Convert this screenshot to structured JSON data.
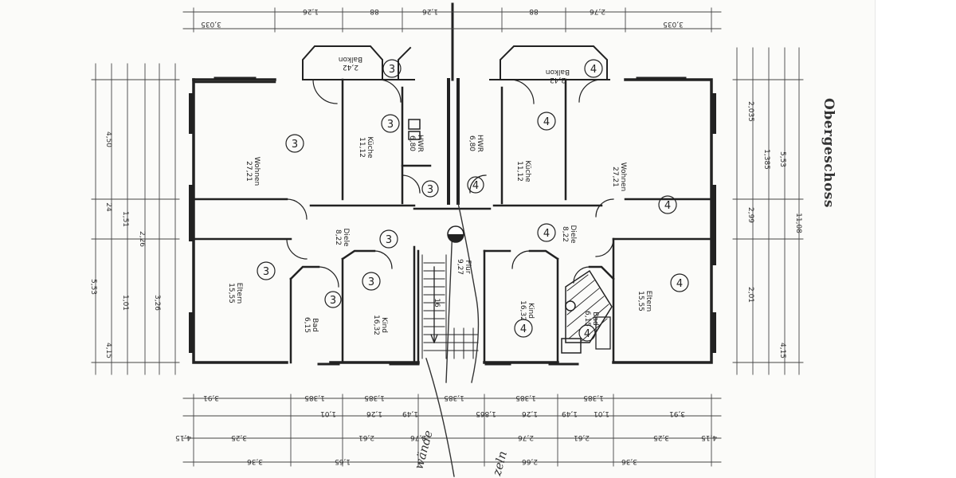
{
  "title": "Obergeschoss",
  "overall_depth": "11,08",
  "balconies": [
    {
      "label": "Balkon",
      "area": "2,42"
    },
    {
      "label": "Balkon",
      "area": "2,42"
    }
  ],
  "units": [
    {
      "number": "3",
      "rooms": [
        {
          "name": "Wohnen",
          "area": "27,21",
          "unit": "3"
        },
        {
          "name": "Küche",
          "area": "11,12",
          "unit": "3"
        },
        {
          "name": "HWR",
          "area": "6,80",
          "unit": "3"
        },
        {
          "name": "Diele",
          "area": "8,22",
          "unit": "3"
        },
        {
          "name": "Eltern",
          "area": "15,55",
          "unit": "3"
        },
        {
          "name": "Bad",
          "area": "6,15",
          "unit": "3"
        },
        {
          "name": "Kind",
          "area": "16,32",
          "unit": "3"
        }
      ]
    },
    {
      "number": "4",
      "rooms": [
        {
          "name": "HWR",
          "area": "6,80",
          "unit": "4"
        },
        {
          "name": "Küche",
          "area": "11,12",
          "unit": "4"
        },
        {
          "name": "Wohnen",
          "area": "27,21",
          "unit": "4"
        },
        {
          "name": "Diele",
          "area": "8,22",
          "unit": "4"
        },
        {
          "name": "Kind",
          "area": "16,32",
          "unit": "4"
        },
        {
          "name": "Bad",
          "area": "6,15",
          "unit": "4"
        },
        {
          "name": "Eltern",
          "area": "15,55",
          "unit": "4"
        }
      ]
    }
  ],
  "stair": {
    "name": "Flur",
    "area": "9,27",
    "steps": "16"
  },
  "dims_top": [
    "3,035",
    "1,26",
    "88",
    "1,26",
    "88",
    "2,76",
    "3,035"
  ],
  "dims_left": [
    "4,50",
    "24",
    "1,51",
    "2,26",
    "5,53",
    "1,01",
    "3,26",
    "4,15"
  ],
  "dims_right": [
    "2,035",
    "2,99",
    "1,385",
    "2,01",
    "5,53",
    "4,15",
    "11,08"
  ],
  "dims_bottom": [
    "1,385",
    "1,01",
    "1,49",
    "1,26",
    "1,385",
    "1,865",
    "1,26",
    "1,49",
    "1,01",
    "1,385",
    "3,91",
    "3,91"
  ],
  "dims_bottom_row2": [
    "4,15",
    "3,25",
    "2,61",
    "2,76",
    "2,76",
    "2,61",
    "3,25",
    "4,15"
  ],
  "dims_bottom_row3": [
    "3,36",
    "1,65",
    "2,66",
    "3,36"
  ],
  "handwriting": [
    "wände",
    "zeln"
  ]
}
